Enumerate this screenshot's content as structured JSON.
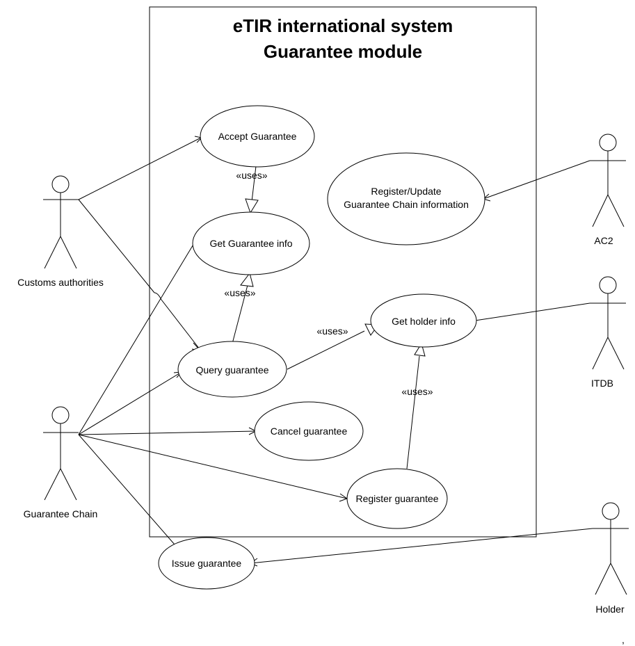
{
  "system": {
    "title_line1": "eTIR international system",
    "title_line2": "Guarantee module"
  },
  "actors": {
    "customs": "Customs authorities",
    "guarantee_chain": "Guarantee Chain",
    "ac2": "AC2",
    "itdb": "ITDB",
    "holder": "Holder"
  },
  "use_cases": {
    "accept_guarantee": "Accept Guarantee",
    "get_guarantee_info": "Get Guarantee info",
    "query_guarantee": "Query guarantee",
    "cancel_guarantee": "Cancel guarantee",
    "register_guarantee": "Register guarantee",
    "get_holder_info": "Get holder info",
    "register_update_line1": "Register/Update",
    "register_update_line2": "Guarantee Chain information",
    "issue_guarantee": "Issue guarantee"
  },
  "relations": {
    "uses_1": "«uses»",
    "uses_2": "«uses»",
    "uses_3": "«uses»",
    "uses_4": "«uses»"
  },
  "trailing_mark": ","
}
